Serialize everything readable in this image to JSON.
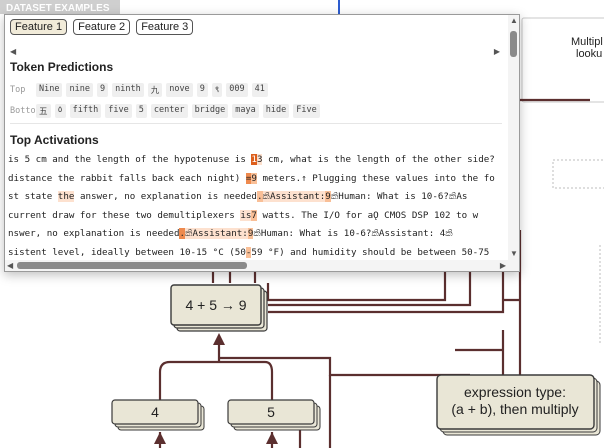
{
  "background": {
    "header_fragment": "DATASET EXAMPLES",
    "right_box_text_lines": [
      "Multipl",
      "looku"
    ]
  },
  "diagram": {
    "result_node": "4 + 5 → 9",
    "operand_a": "4",
    "operand_b": "5",
    "context_node_lines": [
      "expression type:",
      "(a + b), then multiply"
    ]
  },
  "popup": {
    "tabs": [
      "Feature 1",
      "Feature 2",
      "Feature 3"
    ],
    "active_tab_index": 0,
    "token_predictions": {
      "title": "Token Predictions",
      "top_label": "Top",
      "top": [
        "Nine",
        "nine",
        "9",
        "ninth",
        "九",
        "nove",
        "9",
        "९",
        "009",
        "41"
      ],
      "bottom_label": "Bottom",
      "bottom": [
        "五",
        "٥",
        "fifth",
        "five",
        "5",
        "center",
        "bridge",
        "maya",
        "hide",
        "Five"
      ]
    },
    "top_activations": {
      "title": "Top Activations",
      "lines": [
        [
          {
            "t": "is 5 cm and the length of the hypotenuse is "
          },
          {
            "t": "1",
            "h": "xd"
          },
          {
            "t": "3",
            "h": "lt"
          },
          {
            "t": " cm, what is the length of the other side?"
          }
        ],
        [
          {
            "t": " distance the rabbit falls back each night) "
          },
          {
            "t": "=",
            "h": "dk"
          },
          {
            "t": "9",
            "h": "md"
          },
          {
            "t": " meters.↑ Plugging these values into the fo"
          }
        ],
        [
          {
            "t": "st state "
          },
          {
            "t": "the",
            "h": "lt"
          },
          {
            "t": " answer, no explanation is needed"
          },
          {
            "t": ".",
            "h": "md"
          },
          {
            "t": "කිAssistant:",
            "h": "lt"
          },
          {
            "t": "9",
            "h": "md"
          },
          {
            "t": "කිHuman: What is 10-6?කිAs"
          }
        ],
        [
          {
            "t": "current draw for these two demultiplexers "
          },
          {
            "t": "is",
            "h": "lt"
          },
          {
            "t": "7",
            "h": "md"
          },
          {
            "t": " watts. The I/O for aǪ CMOS DSP 102 to w"
          }
        ],
        [
          {
            "t": "nswer, no explanation is needed"
          },
          {
            "t": ".",
            "h": "dk"
          },
          {
            "t": "කිAssistant:",
            "h": "lt"
          },
          {
            "t": "9",
            "h": "md"
          },
          {
            "t": "කිHuman: What is 10-6?කිAssistant: 4කි"
          }
        ],
        [
          {
            "t": "sistent level, ideally between 10-15 °C (50"
          },
          {
            "t": "-",
            "h": "md"
          },
          {
            "t": "59 °F) and humidity should be between 50-75"
          }
        ]
      ]
    }
  }
}
